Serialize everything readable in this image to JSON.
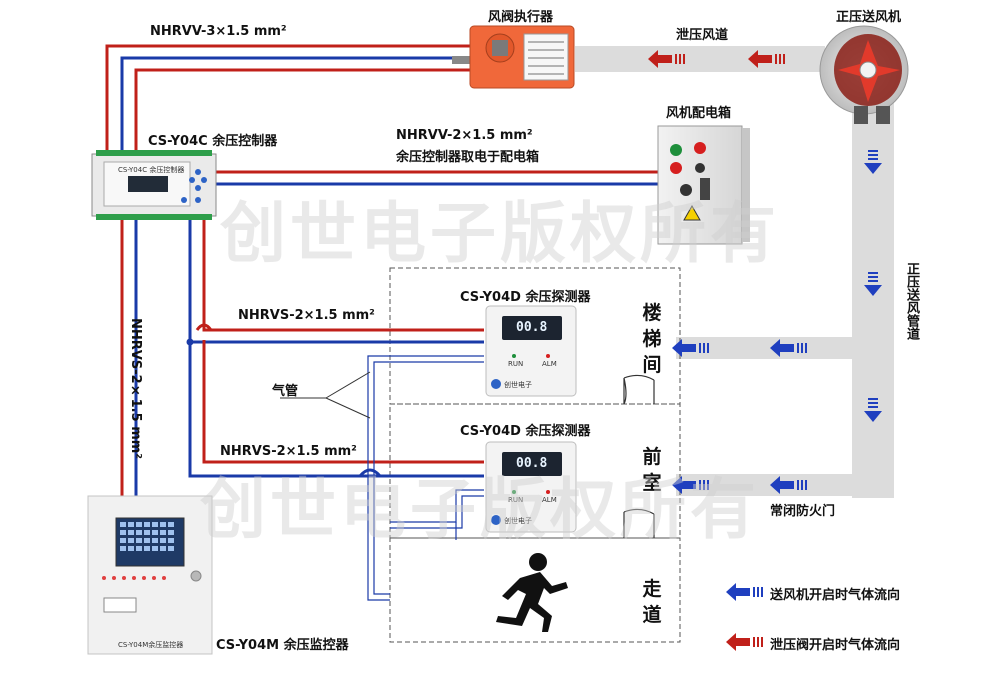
{
  "labels": {
    "cable_top": "NHRVV-3×1.5 mm²",
    "damper_actuator": "风阀执行器",
    "relief_duct": "泄压风道",
    "fan": "正压送风机",
    "fan_box": "风机配电箱",
    "controller": "CS-Y04C 余压控制器",
    "cable_power": "NHRVV-2×1.5 mm²",
    "cable_power_note": "余压控制器取电于配电箱",
    "detector_upper": "CS-Y04D 余压探测器",
    "detector_lower": "CS-Y04D 余压探测器",
    "cable_rvs_upper": "NHRVS-2×1.5 mm²",
    "cable_rvs_lower": "NHRVS-2×1.5 mm²",
    "cable_rvs_vertical": "NHRVS-2×1.5 mm²",
    "air_tube": "气管",
    "supply_duct": "正压送风管道",
    "fire_damper": "常闭防火门",
    "room_stair": [
      "楼",
      "梯",
      "间"
    ],
    "room_front": [
      "前",
      "室"
    ],
    "room_corridor": [
      "走",
      "道"
    ],
    "monitor": "CS-Y04M 余压监控器",
    "monitor_panel_caption": "CS-Y04M余压监控器",
    "controller_panel_caption": "CS-Y04C 余压控制器",
    "detector_reading": "00.8",
    "detector_led_left": "RUN",
    "detector_led_right": "ALM",
    "detector_brand": "创世电子",
    "watermark": "创世电子版权所有"
  },
  "legend": [
    {
      "text": "送风机开启时气体流向",
      "color": "#1f3fbf"
    },
    {
      "text": "泄压阀开启时气体流向",
      "color": "#c0201a"
    }
  ],
  "colors": {
    "wire_red": "#c0201a",
    "wire_blue": "#1a3aa8",
    "duct": "#dcdcdc",
    "arrow_blue": "#1f3fbf",
    "arrow_red": "#c0201a",
    "actuator_orange": "#f0683a"
  }
}
